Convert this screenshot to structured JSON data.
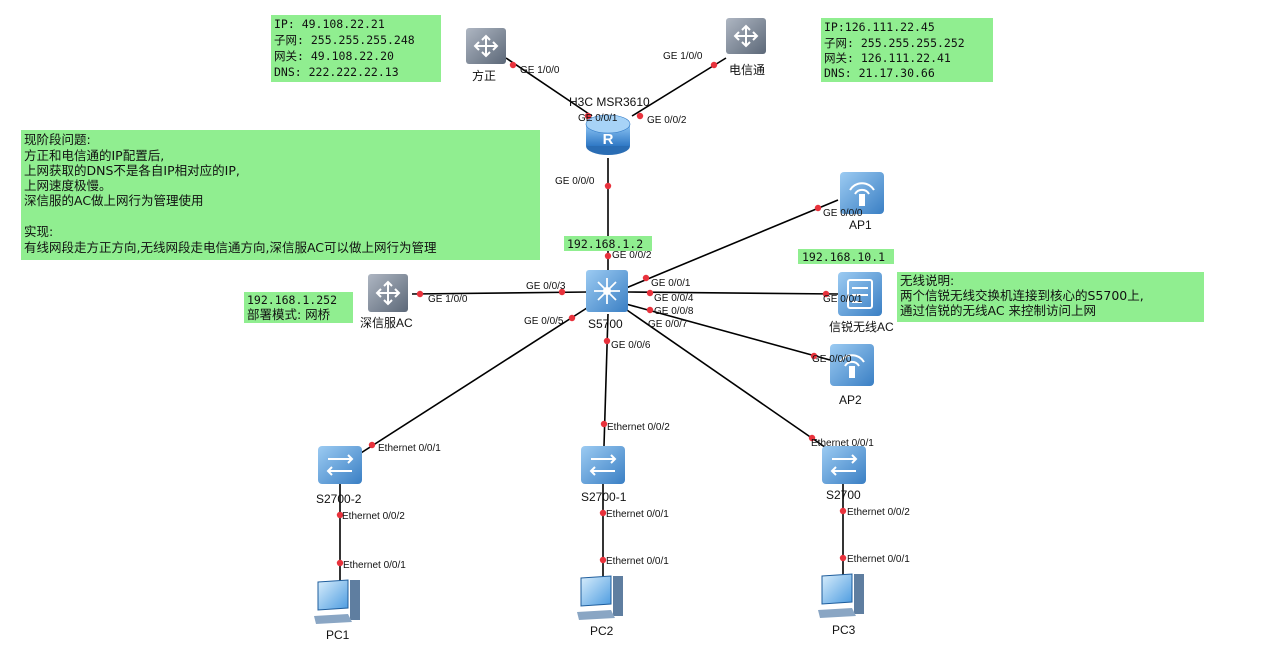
{
  "colors": {
    "note_bg": "#90ee90",
    "link": "#000000",
    "port_dot": "#e8323c",
    "device_blue": "#3a8fd6"
  },
  "devices": {
    "router": "H3C MSR3610",
    "isp1": "方正",
    "isp2": "电信通",
    "core": "S5700",
    "sangfor_ac": "深信服AC",
    "wlan_ac": "信锐无线AC",
    "ap1": "AP1",
    "ap2": "AP2",
    "sw_left": "S2700-2",
    "sw_mid": "S2700-1",
    "sw_right": "S2700",
    "pc1": "PC1",
    "pc2": "PC2",
    "pc3": "PC3"
  },
  "ports": {
    "isp1_ge": "GE 1/0/0",
    "isp2_ge": "GE 1/0/0",
    "r_ge001": "GE 0/0/1",
    "r_ge002": "GE 0/0/2",
    "r_ge000": "GE 0/0/0",
    "c_ge002": "GE 0/0/2",
    "c_ge001": "GE 0/0/1",
    "c_ge003": "GE 0/0/3",
    "c_ge004": "GE 0/0/4",
    "c_ge008": "GE 0/0/8",
    "c_ge005": "GE 0/0/5",
    "c_ge007": "GE 0/0/7",
    "c_ge006": "GE 0/0/6",
    "ap1_ge": "GE 0/0/0",
    "ac_ge": "GE 0/0/1",
    "ap2_ge": "GE 0/0/0",
    "sac_ge": "GE 1/0/0",
    "swl_up": "Ethernet 0/0/1",
    "swm_up": "Ethernet 0/0/2",
    "swr_up": "Ethernet 0/0/1",
    "swl_down": "Ethernet 0/0/2",
    "swm_down": "Ethernet 0/0/1",
    "swr_down": "Ethernet 0/0/2",
    "pc1_eth": "Ethernet 0/0/1",
    "pc2_eth": "Ethernet 0/0/1",
    "pc3_eth": "Ethernet 0/0/1"
  },
  "labels": {
    "core_ip": "192.168.1.2",
    "wlan_ip": "192.168.10.1"
  },
  "notes": {
    "isp1": [
      "IP: 49.108.22.21",
      "子网: 255.255.255.248",
      "网关: 49.108.22.20",
      "DNS: 222.222.22.13"
    ],
    "isp2": [
      "IP:126.111.22.45",
      "子网: 255.255.255.252",
      "网关: 126.111.22.41",
      "DNS: 21.17.30.66"
    ],
    "issue": [
      "现阶段问题:",
      "方正和电信通的IP配置后,",
      "上网获取的DNS不是各自IP相对应的IP,",
      "上网速度极慢。",
      "深信服的AC做上网行为管理使用",
      "",
      "实现:",
      "有线网段走方正方向,无线网段走电信通方向,深信服AC可以做上网行为管理"
    ],
    "sangfor": [
      "192.168.1.252",
      "部署模式: 网桥"
    ],
    "wireless": [
      "无线说明:",
      "两个信锐无线交换机连接到核心的S5700上,",
      "通过信锐的无线AC 来控制访问上网"
    ]
  }
}
